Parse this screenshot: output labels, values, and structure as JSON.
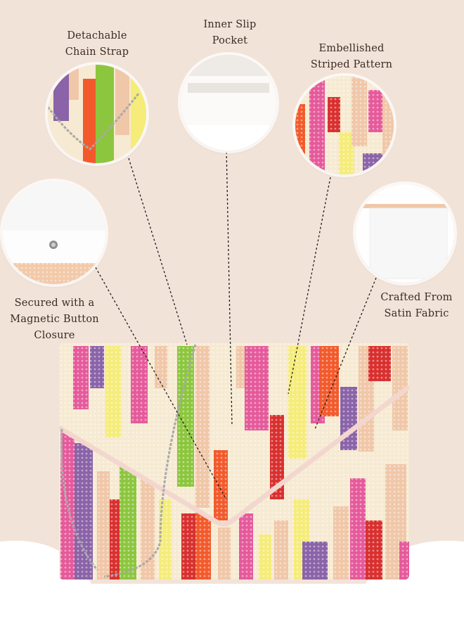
{
  "colors": {
    "background_blush": "#f2e3d9",
    "background_white": "#ffffff",
    "text": "#3b2a22",
    "bead_purple": "#8a63a8",
    "bead_orange": "#f25a2c",
    "bead_green": "#8cc63e",
    "bead_pink": "#e55a9b",
    "bead_yellow": "#f5ec7a",
    "bead_peach": "#f0c7a8",
    "bead_red": "#d8302f",
    "bead_cream": "#f6ead2"
  },
  "callouts": {
    "chain_strap": {
      "line1": "Detachable",
      "line2": "Chain Strap"
    },
    "inner_pocket": {
      "line1": "Inner Slip",
      "line2": "Pocket"
    },
    "striped_pattern": {
      "line1": "Embellished",
      "line2": "Striped Pattern"
    },
    "magnetic_closure": {
      "line1": "Secured with a",
      "line2": "Magnetic Button",
      "line3": "Closure"
    },
    "satin_fabric": {
      "line1": "Crafted From",
      "line2": "Satin Fabric"
    }
  }
}
